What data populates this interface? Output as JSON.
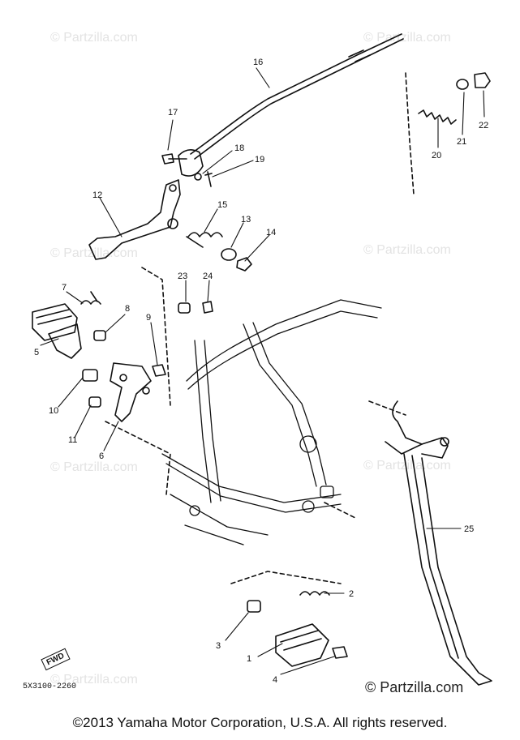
{
  "watermark": "© Partzilla.com",
  "callouts": [
    "16",
    "17",
    "18",
    "19",
    "20",
    "21",
    "22",
    "12",
    "15",
    "13",
    "14",
    "23",
    "24",
    "7",
    "8",
    "9",
    "5",
    "10",
    "11",
    "6",
    "25",
    "2",
    "3",
    "1",
    "4"
  ],
  "drawing_code": "5X3100-2260",
  "fwd_label": "FWD",
  "brand_mark": "© Partzilla.com",
  "copyright": "©2013 Yamaha Motor Corporation, U.S.A. All rights reserved."
}
